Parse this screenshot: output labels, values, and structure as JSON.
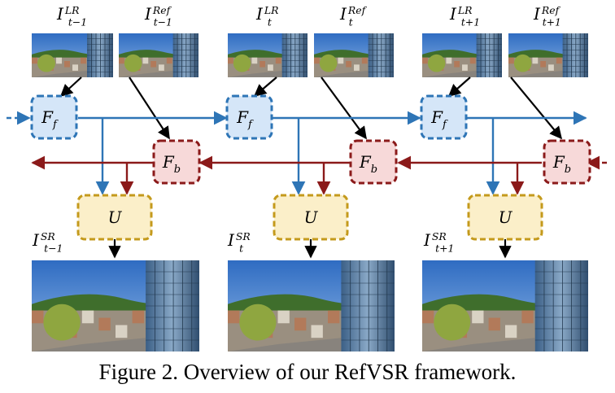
{
  "caption": "Figure 2. Overview of our RefVSR framework.",
  "nodes": {
    "forward": {
      "main": "F",
      "sub": "f"
    },
    "backward": {
      "main": "F",
      "sub": "b"
    },
    "upsample": {
      "main": "U"
    }
  },
  "frames": [
    {
      "lr": {
        "main": "I",
        "sup": "LR",
        "sub": "t−1"
      },
      "ref": {
        "main": "I",
        "sup": "Ref",
        "sub": "t−1"
      },
      "sr": {
        "main": "I",
        "sup": "SR",
        "sub": "t−1"
      }
    },
    {
      "lr": {
        "main": "I",
        "sup": "LR",
        "sub": "t"
      },
      "ref": {
        "main": "I",
        "sup": "Ref",
        "sub": "t"
      },
      "sr": {
        "main": "I",
        "sup": "SR",
        "sub": "t"
      }
    },
    {
      "lr": {
        "main": "I",
        "sup": "LR",
        "sub": "t+1"
      },
      "ref": {
        "main": "I",
        "sup": "Ref",
        "sub": "t+1"
      },
      "sr": {
        "main": "I",
        "sup": "SR",
        "sub": "t+1"
      }
    }
  ],
  "colors": {
    "forward_fill": "#d5e6f8",
    "forward_stroke": "#2e75b6",
    "backward_fill": "#f7d9d9",
    "backward_stroke": "#8b1a1a",
    "upsample_fill": "#fbefc9",
    "upsample_stroke": "#c49a1c",
    "sky": "#4a86d0",
    "hill": "#3f6e2c",
    "building": "#6d8ca8"
  }
}
